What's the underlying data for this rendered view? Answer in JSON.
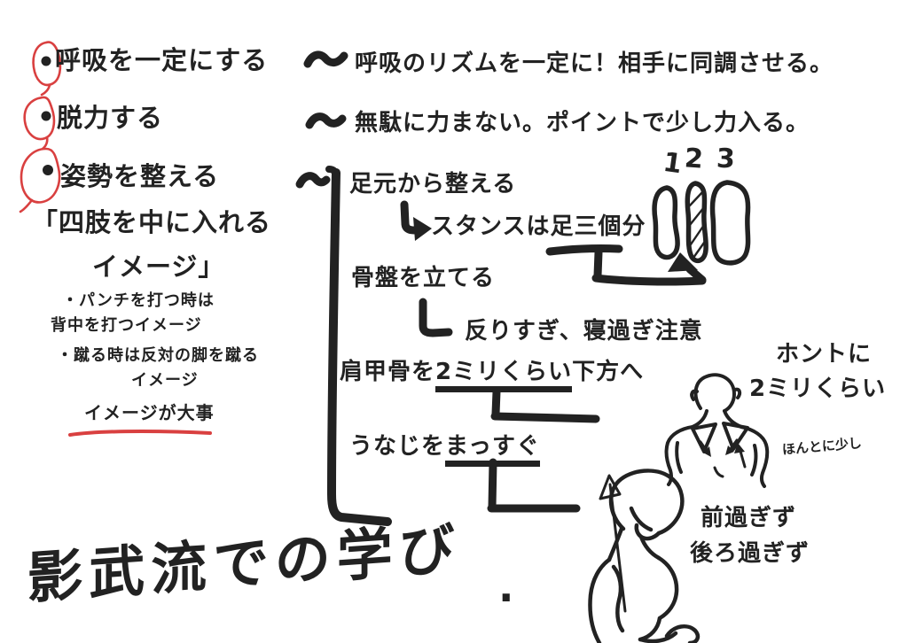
{
  "colors": {
    "ink": "#222222",
    "red": "#d94040",
    "background": "#ffffff"
  },
  "principles": [
    {
      "label": "呼吸を一定にする",
      "note": "呼吸のリズムを一定に！相手に同調させる。"
    },
    {
      "label": "脱力する",
      "note": "無駄に力まない。ポイントで少し力入る。"
    },
    {
      "label": "姿勢を整える",
      "note": ""
    }
  ],
  "posture_detail": {
    "quote_line1": "「四肢を中に入れる",
    "quote_line2": "イメージ」",
    "notes": [
      {
        "line1": "・パンチを打つ時は",
        "line2": "背中を打つイメージ"
      },
      {
        "line1": "・蹴る時は反対の脚を蹴る",
        "line2": "イメージ"
      }
    ],
    "emphasis": "イメージが大事"
  },
  "steps": {
    "feet": "足元から整える",
    "stance": "スタンスは足三個分",
    "pelvis": "骨盤を立てる",
    "pelvis_caution": "反りすぎ、寝過ぎ注意",
    "shoulder_pre": "肩甲骨を",
    "shoulder_underline": "2ミリくらい",
    "shoulder_post": "下方へ",
    "nape_pre": "うなじを",
    "nape_underline": "まっすぐ"
  },
  "feet_diagram": {
    "numbers": [
      "1",
      "2",
      "3"
    ]
  },
  "annotations": {
    "really": "ホントに",
    "two_mm": "2ミリくらい",
    "tiny_note": "ほんとに少し",
    "not_too_front": "前過ぎず",
    "not_too_back": "後ろ過ぎず"
  },
  "title": {
    "text": "影武流での学び",
    "period": "."
  }
}
